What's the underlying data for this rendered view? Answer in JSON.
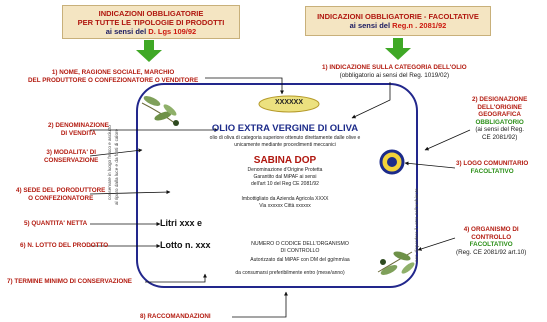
{
  "header_left": {
    "line1": "INDICAZIONI OBBLIGATORIE",
    "line2": "PER TUTTE LE TIPOLOGIE DI PRODOTTI",
    "line3_prefix": "ai sensi del ",
    "line3_ref": "D. Lgs 109/92"
  },
  "header_right": {
    "line1": "INDICAZIONI OBBLIGATORIE - FACOLTATIVE",
    "line2_prefix": "ai sensi del ",
    "line2_ref": "Reg.n . 2081/92"
  },
  "left_labels": [
    {
      "l1": "1) NOME, RAGIONE SOCIALE, MARCHIO",
      "l2": "DEL PRODUTTORE O CONFEZIONATORE O VENDITORE"
    },
    {
      "l1": "2) DENOMINAZIONE",
      "l2": "DI VENDITA"
    },
    {
      "l1": "3) MODALITA' DI",
      "l2": "CONSERVAZIONE"
    },
    {
      "l1": "4) SEDE DEL PORODUTTORE",
      "l2": "O CONFEZIONATORE"
    },
    {
      "l1": "5) QUANTITA' NETTA"
    },
    {
      "l1": "6) N. LOTTO DEL PRODOTTO"
    },
    {
      "l1": "7) TERMINE MINIMO DI CONSERVAZIONE"
    },
    {
      "l1": "8) RACCOMANDAZIONI"
    }
  ],
  "right_labels": {
    "r1": {
      "l1": "1) INDICAZIONE SULLA CATEGORIA DELL'OLIO",
      "l2": "(obbligatorio ai sensi del Reg. 1019/02)"
    },
    "r2": {
      "l1": "2) DESIGNAZIONE",
      "l2": "DELL'ORIGINE",
      "l3": "GEOGRAFICA",
      "l4": "OBBLIGATORIO",
      "l5": "(ai sensi del Reg.",
      "l6": "CE 2081/92)"
    },
    "r3": {
      "l1": "3) LOGO COMUNITARIO",
      "l2": "FACOLTATIVO"
    },
    "r4": {
      "l1": "4) ORGANISMO DI",
      "l2": "CONTROLLO",
      "l3": "FACOLTATIVO",
      "l4": "(Reg. CE 2081/92 art.10)"
    }
  },
  "product_label": {
    "brand": "XXXXXX",
    "title": "OLIO EXTRA VERGINE DI OLIVA",
    "desc1": "olio di oliva di categoria superiore ottenuto direttamente dalle olive e",
    "desc2": "unicamente mediante procedimenti meccanici",
    "dop": "SABINA DOP",
    "dop1": "Denominazione d'Origine Protetta",
    "dop2": "Garantito dal MiPAF ai sensi",
    "dop3": "dell'art 10 del Reg CE 2081/92",
    "bottled1": "Imbottigliato da Azienda Agricola XXXX",
    "bottled2": "Via xxxxxx Città xxxxxx",
    "qty": "Litri xxx e",
    "lot": "Lotto n. xxx",
    "ctrl1": "NUMERO O CODICE DELL'ORGANISMO",
    "ctrl2": "DI CONTROLLO",
    "ctrl3": "Autorizzato dal MiPAF con DM del gg/mm/aa",
    "consume": "da consumarsi preferibilmente entro (mese/anno)",
    "vert_left1": "conservare in luogo fresco e asciutto",
    "vert_left2": "al riparo dalla luce e da fonti di calore",
    "vert_right": "non disperdere il vetro nell'ambiente"
  },
  "colors": {
    "red": "#b31b10",
    "green": "#2c8f18",
    "navy": "#22278c",
    "header_bg": "#f4e5c2",
    "gold": "#e8d66a"
  }
}
